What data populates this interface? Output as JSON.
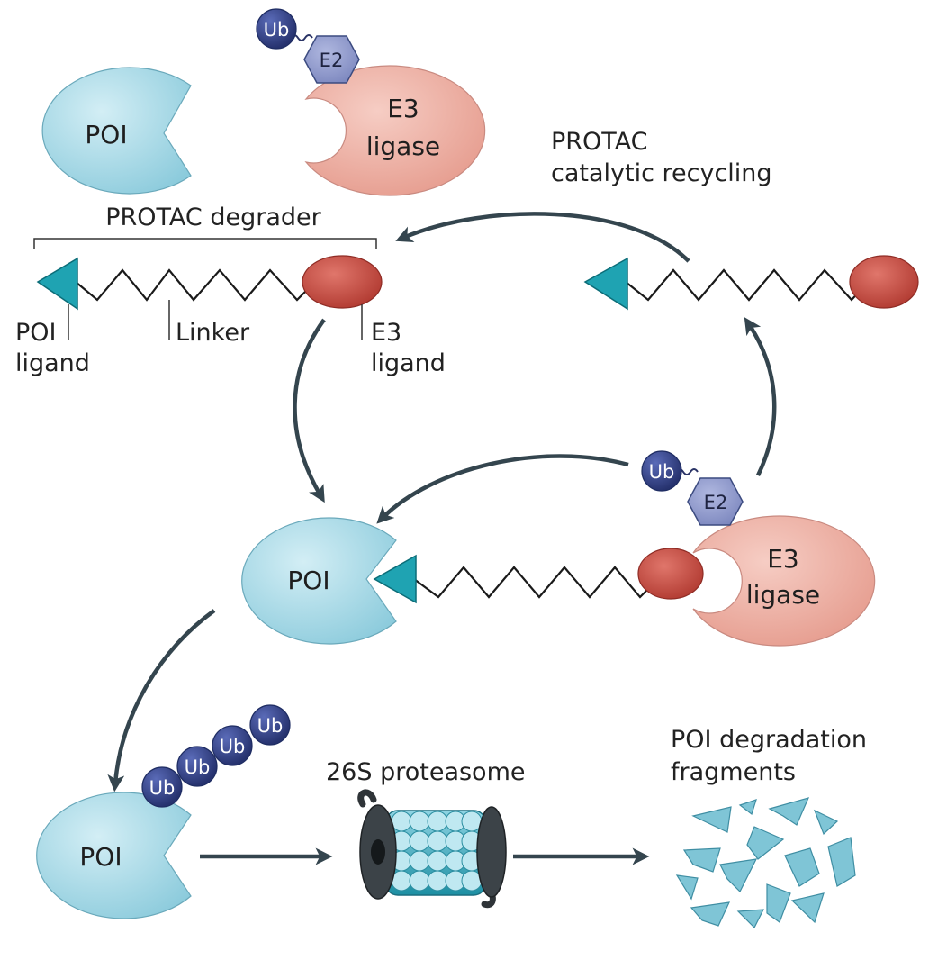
{
  "labels": {
    "poi": "POI",
    "e3_line1": "E3",
    "e3_line2": "ligase",
    "ub": "Ub",
    "e2": "E2",
    "protac_degrader": "PROTAC degrader",
    "poi_ligand_line1": "POI",
    "poi_ligand_line2": "ligand",
    "linker": "Linker",
    "e3_ligand_line1": "E3",
    "e3_ligand_line2": "ligand",
    "recycling_line1": "PROTAC",
    "recycling_line2": "catalytic recycling",
    "proteasome": "26S proteasome",
    "fragments_line1": "POI degradation",
    "fragments_line2": "fragments"
  },
  "colors": {
    "poi": "#a9d9e6",
    "e3": "#ecab9f",
    "ubiquitin": "#34428a",
    "e2": "#8d97c9",
    "e3_ligand": "#c8473d",
    "poi_ligand": "#1fa3b2",
    "arrow": "#34454e"
  }
}
